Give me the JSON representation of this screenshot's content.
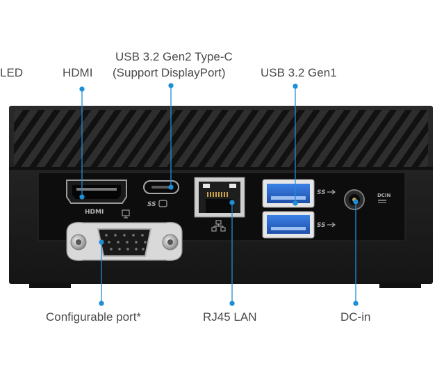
{
  "labels": {
    "led": "LED",
    "hdmi": "HDMI",
    "usb_typec_line1": "USB 3.2 Gen2 Type-C",
    "usb_typec_line2": "(Support DisplayPort)",
    "usb_gen1": "USB 3.2 Gen1",
    "configurable_port": "Configurable port*",
    "rj45": "RJ45 LAN",
    "dc_in": "DC-in"
  },
  "port_markings": {
    "hdmi_text": "HDMI",
    "ss_text": "SS",
    "dcin_text": "DCIN"
  },
  "colors": {
    "callout": "#1e8fd5",
    "chassis": "#1c1c1c",
    "panel": "#0e0e0e",
    "usb_blue": "#2563c9",
    "label_text": "#4a4a4a"
  }
}
